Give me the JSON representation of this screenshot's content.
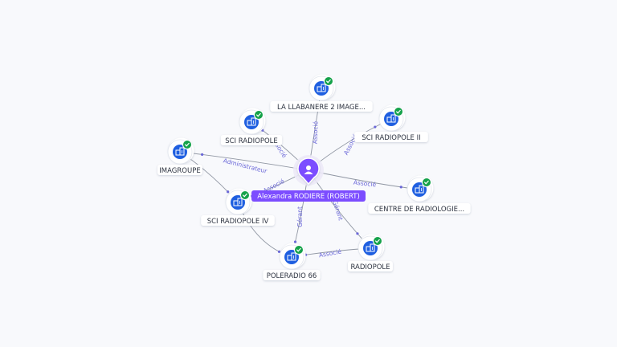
{
  "colors": {
    "background": "#f8f9fc",
    "edge": "#6e7685",
    "edge_label": "#6a67d8",
    "center": "#7c4dff",
    "node_icon": "#1f5fe0",
    "check": "#15a24a"
  },
  "center": {
    "label": "Alexandra RODIERE (ROBERT)",
    "icon": "person-icon"
  },
  "nodes": [
    {
      "id": "n1",
      "label": "LA LLABANERE 2 IMAGE...",
      "icon": "company-icon",
      "verified": true
    },
    {
      "id": "n2",
      "label": "SCI RADIOPOLE",
      "icon": "company-icon",
      "verified": true
    },
    {
      "id": "n3",
      "label": "SCI RADIOPOLE II",
      "icon": "company-icon",
      "verified": true
    },
    {
      "id": "n4",
      "label": "IMAGROUPE",
      "icon": "company-icon",
      "verified": true
    },
    {
      "id": "n5",
      "label": "CENTRE DE RADIOLOGIE...",
      "icon": "company-icon",
      "verified": true
    },
    {
      "id": "n6",
      "label": "SCI RADIOPOLE IV",
      "icon": "company-icon",
      "verified": true
    },
    {
      "id": "n7",
      "label": "RADIOPOLE",
      "icon": "company-icon",
      "verified": true
    },
    {
      "id": "n8",
      "label": "POLERADIO 66",
      "icon": "company-icon",
      "verified": true
    }
  ],
  "edges": [
    {
      "id": "e1",
      "label": "Associé"
    },
    {
      "id": "e2",
      "label": "Associé"
    },
    {
      "id": "e3",
      "label": "Associé"
    },
    {
      "id": "e4",
      "label": "Administrateur"
    },
    {
      "id": "e5",
      "label": "Associé"
    },
    {
      "id": "e6",
      "label": "Associé"
    },
    {
      "id": "e7",
      "label": "Gérant"
    },
    {
      "id": "e8",
      "label": "Gérant"
    },
    {
      "id": "e9",
      "label": ""
    },
    {
      "id": "e10",
      "label": "Associé"
    }
  ]
}
